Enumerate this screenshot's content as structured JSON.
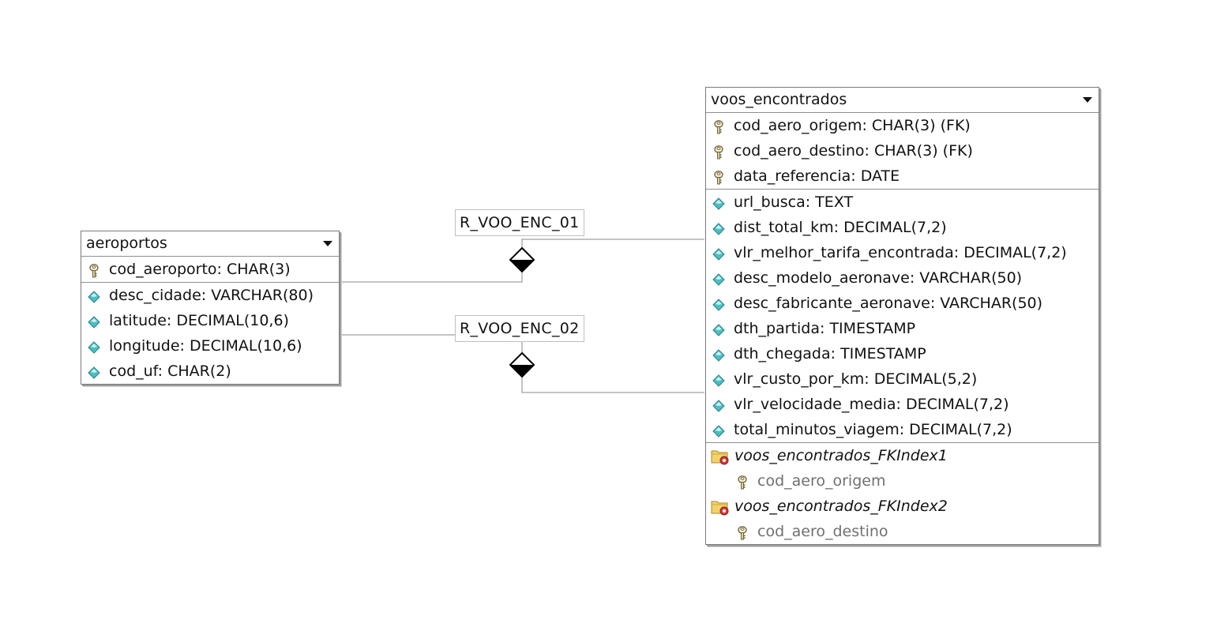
{
  "tables": {
    "aeroportos": {
      "title": "aeroportos",
      "pk": [
        {
          "name": "cod_aeroporto: CHAR(3)",
          "icon": "key-icon"
        }
      ],
      "attrs": [
        {
          "name": "desc_cidade: VARCHAR(80)",
          "icon": "diamond-icon"
        },
        {
          "name": "latitude: DECIMAL(10,6)",
          "icon": "diamond-icon"
        },
        {
          "name": "longitude: DECIMAL(10,6)",
          "icon": "diamond-icon"
        },
        {
          "name": "cod_uf: CHAR(2)",
          "icon": "diamond-icon"
        }
      ]
    },
    "voos_encontrados": {
      "title": "voos_encontrados",
      "pk": [
        {
          "name": "cod_aero_origem: CHAR(3) (FK)",
          "icon": "key-icon"
        },
        {
          "name": "cod_aero_destino: CHAR(3) (FK)",
          "icon": "key-icon"
        },
        {
          "name": "data_referencia: DATE",
          "icon": "key-icon"
        }
      ],
      "attrs": [
        {
          "name": "url_busca: TEXT",
          "icon": "diamond-icon"
        },
        {
          "name": "dist_total_km: DECIMAL(7,2)",
          "icon": "diamond-icon"
        },
        {
          "name": "vlr_melhor_tarifa_encontrada: DECIMAL(7,2)",
          "icon": "diamond-icon"
        },
        {
          "name": "desc_modelo_aeronave: VARCHAR(50)",
          "icon": "diamond-icon"
        },
        {
          "name": "desc_fabricante_aeronave: VARCHAR(50)",
          "icon": "diamond-icon"
        },
        {
          "name": "dth_partida: TIMESTAMP",
          "icon": "diamond-icon"
        },
        {
          "name": "dth_chegada: TIMESTAMP",
          "icon": "diamond-icon"
        },
        {
          "name": "vlr_custo_por_km: DECIMAL(5,2)",
          "icon": "diamond-icon"
        },
        {
          "name": "vlr_velocidade_media: DECIMAL(7,2)",
          "icon": "diamond-icon"
        },
        {
          "name": "total_minutos_viagem: DECIMAL(7,2)",
          "icon": "diamond-icon"
        }
      ],
      "indexes": [
        {
          "name": "voos_encontrados_FKIndex1",
          "icon": "index-folder-icon",
          "columns": [
            "cod_aero_origem"
          ]
        },
        {
          "name": "voos_encontrados_FKIndex2",
          "icon": "index-folder-icon",
          "columns": [
            "cod_aero_destino"
          ]
        }
      ]
    }
  },
  "relationships": [
    {
      "name": "R_VOO_ENC_01",
      "marker": "filled-diamond"
    },
    {
      "name": "R_VOO_ENC_02",
      "marker": "hollow-diamond"
    }
  ],
  "colors": {
    "line": "#8a8a8a",
    "border": "#7a7a7a",
    "attr_icon": "#3fb3b8",
    "key_icon": "#8a7a4a",
    "folder_icon": "#e8c84a",
    "index_col_text": "#707070"
  }
}
